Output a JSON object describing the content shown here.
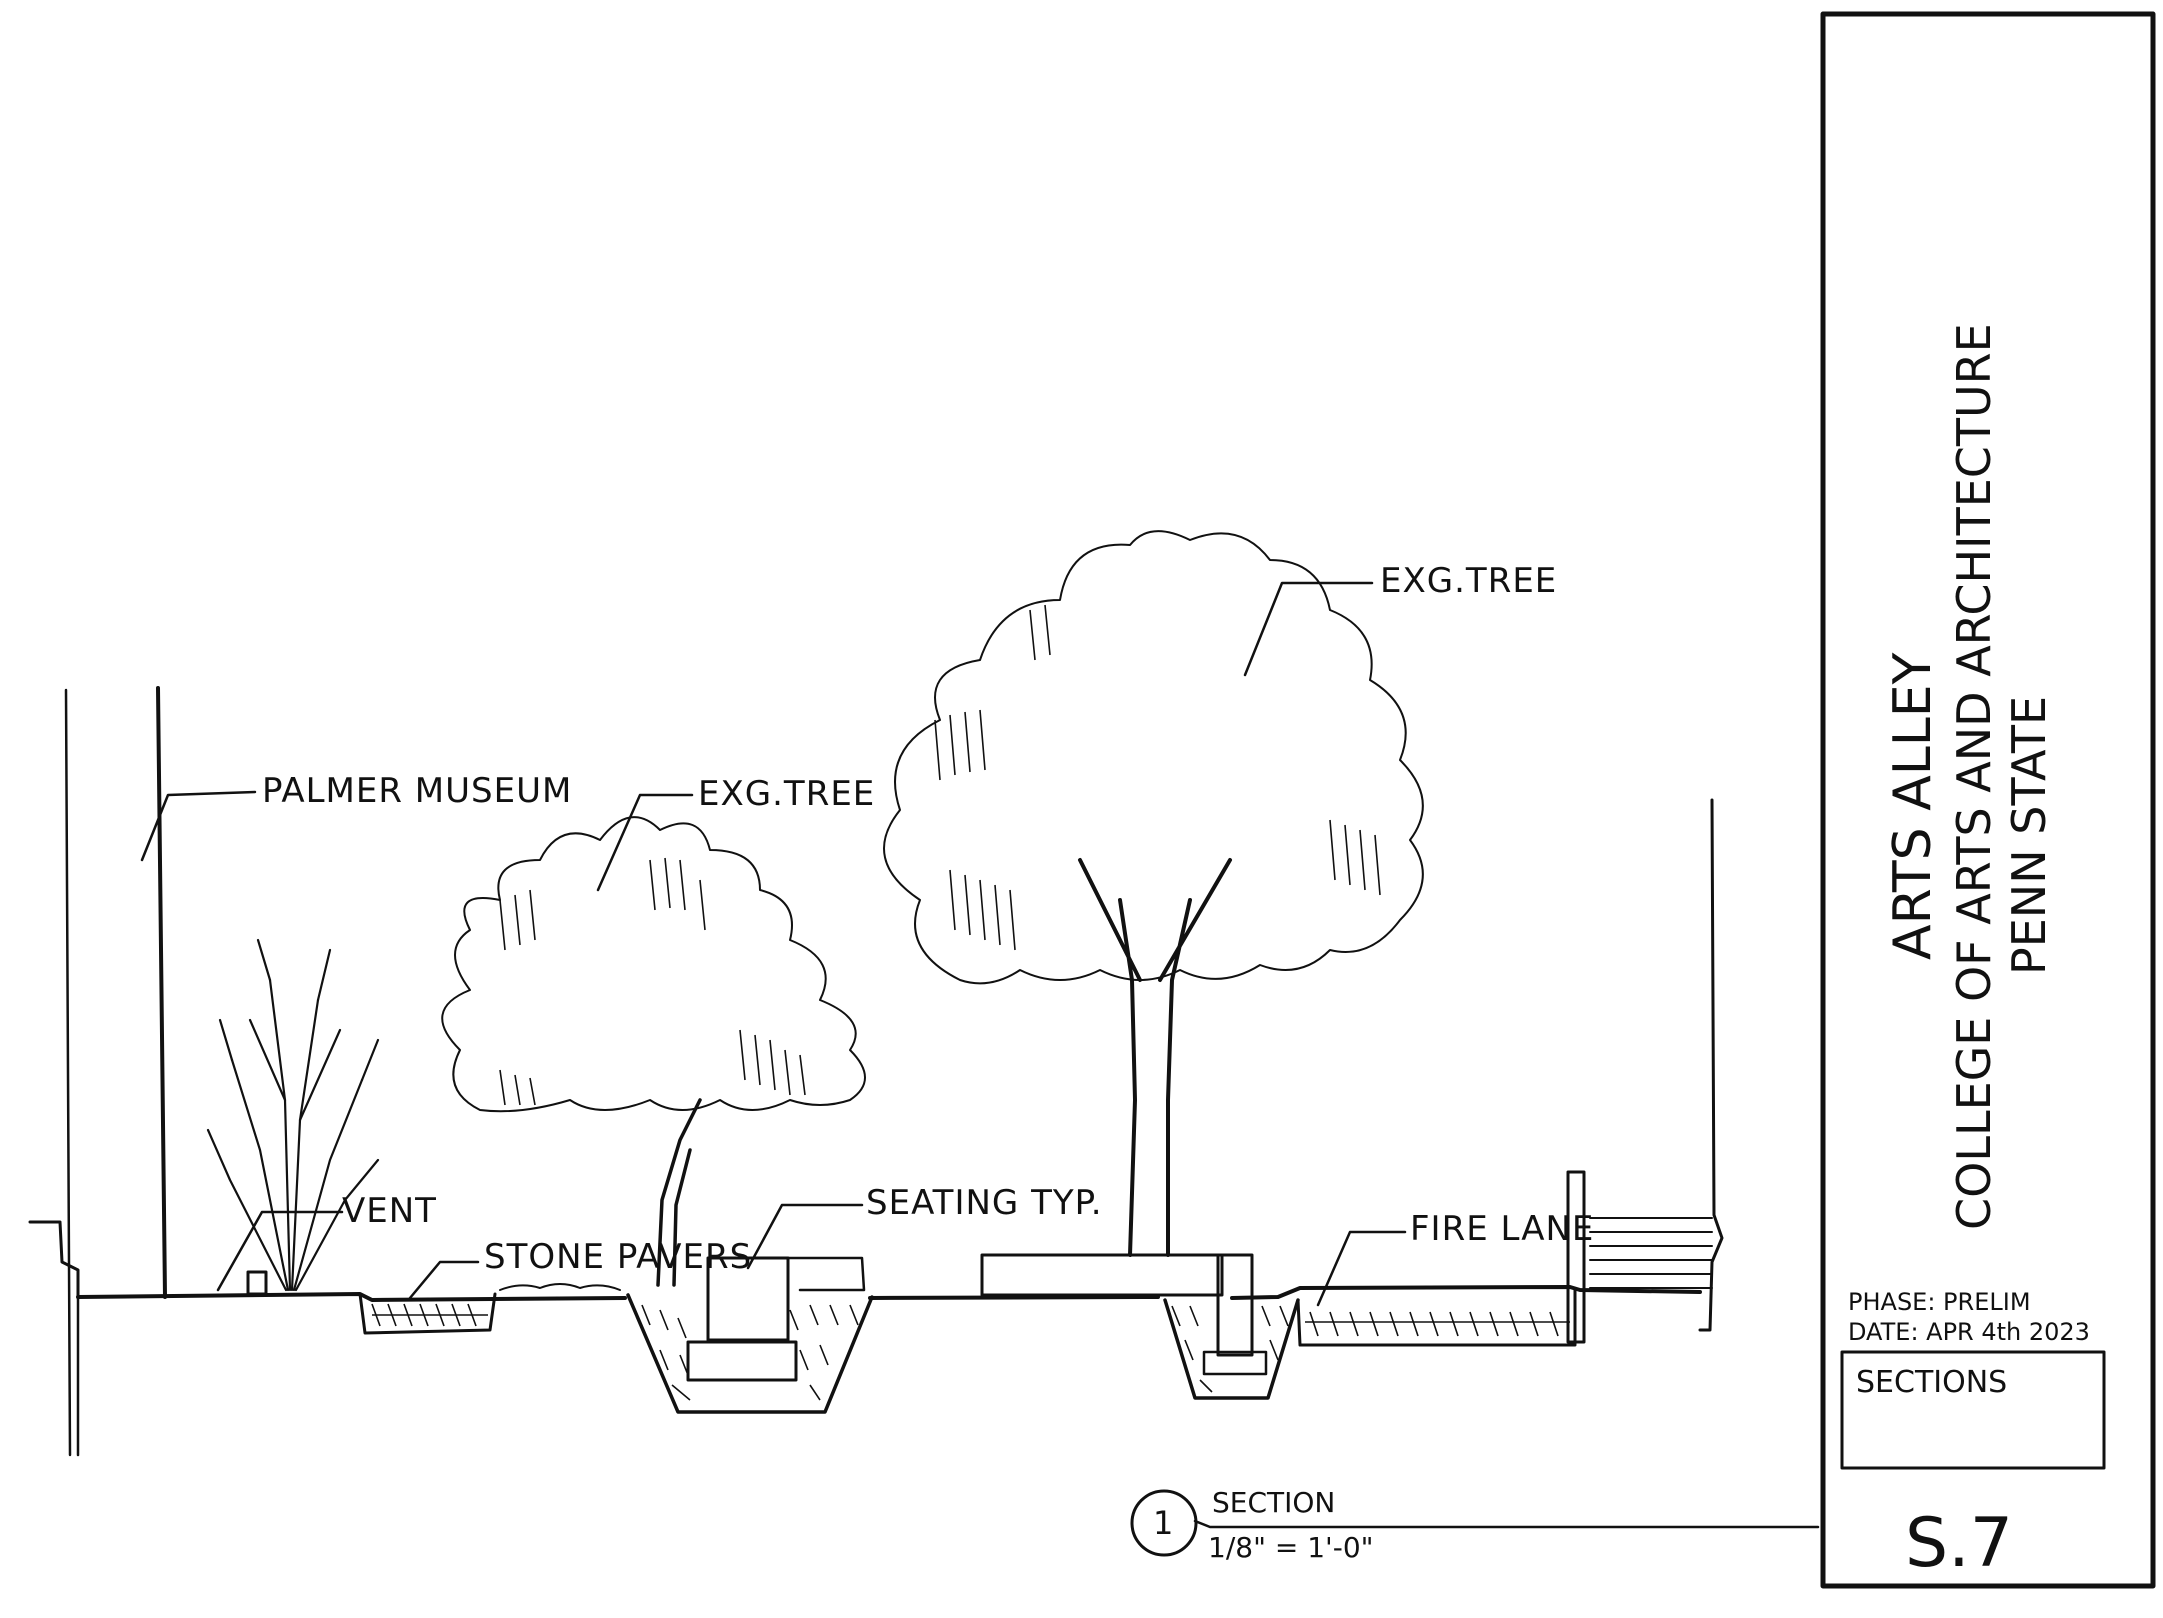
{
  "drawing": {
    "labels": {
      "palmer_museum": "PALMER MUSEUM",
      "exg_tree_left": "EXG.TREE",
      "exg_tree_right": "EXG.TREE",
      "vent": "VENT",
      "stone_pavers": "STONE PAVERS",
      "seating_typ": "SEATING TYP.",
      "fire_lane": "FIRE LANE"
    },
    "section_callout": {
      "number": "1",
      "title": "SECTION",
      "scale": "1/8\" = 1'-0\""
    }
  },
  "title_block": {
    "project_name": "ARTS ALLEY",
    "college": "COLLEGE OF ARTS AND ARCHITECTURE",
    "university": "PENN STATE",
    "phase": "PHASE: PRELIM",
    "date": "DATE: APR 4th 2023",
    "sheet_title": "SECTIONS",
    "sheet_number": "S.7"
  }
}
